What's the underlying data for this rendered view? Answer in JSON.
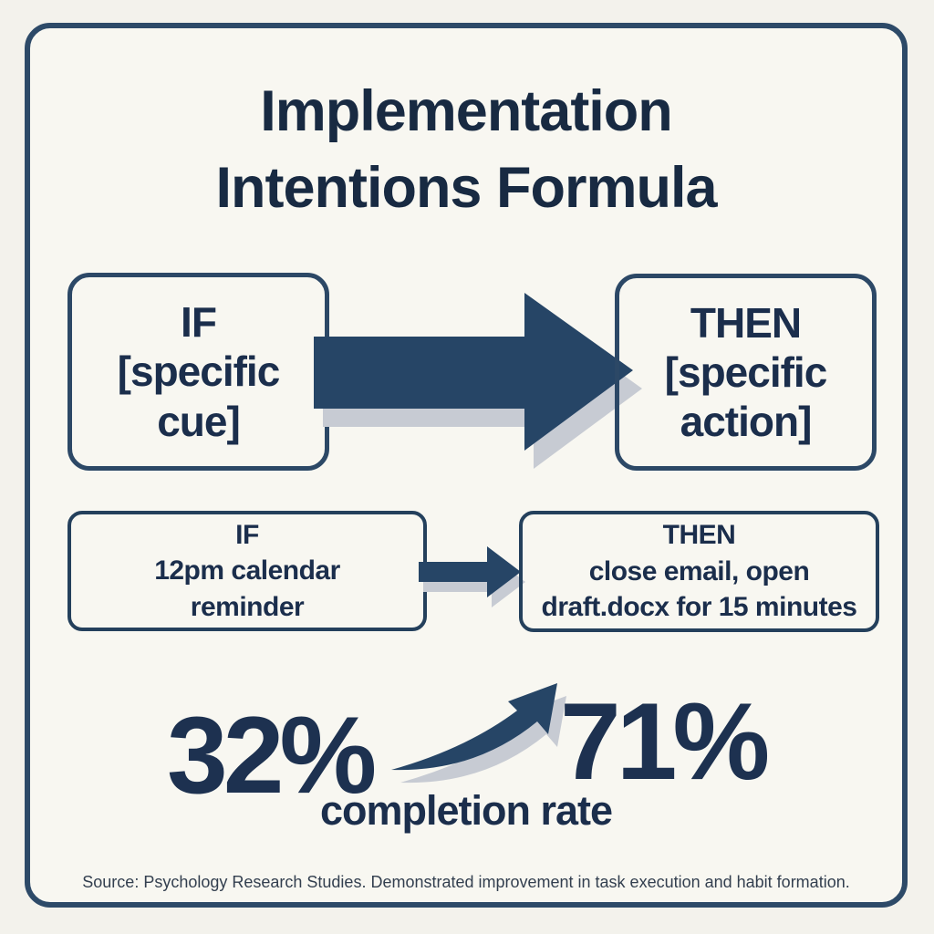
{
  "title": {
    "line1": "Implementation",
    "line2": "Intentions Formula"
  },
  "formula_row": {
    "if_box": {
      "line1": "IF",
      "line2": "[specific",
      "line3": "cue]"
    },
    "then_box": {
      "line1": "THEN",
      "line2": "[specific",
      "line3": "action]"
    }
  },
  "example_row": {
    "if_box": {
      "line1": "IF",
      "line2": "12pm calendar",
      "line3": "reminder"
    },
    "then_box": {
      "line1": "THEN",
      "line2": "close email, open",
      "line3": "draft.docx for 15 minutes"
    }
  },
  "stats": {
    "before": "32%",
    "after": "71%",
    "label": "completion rate"
  },
  "source": "Source: Psychology Research Studies. Demonstrated improvement in task execution and habit formation.",
  "icons": {
    "big_arrow": "right-arrow-icon",
    "small_arrow": "right-arrow-small-icon",
    "growth_arrow": "growth-trend-arrow-icon"
  },
  "colors": {
    "background": "#f8f7f1",
    "frame_border": "#2d4a68",
    "box_border": "#2c4866",
    "arrow_navy": "#264566",
    "arrow_shadow": "#c7cbd3",
    "title_text": "#182a42",
    "body_text": "#1b2e4c",
    "stat_text": "#1d3150",
    "source_text": "#333f4f"
  }
}
